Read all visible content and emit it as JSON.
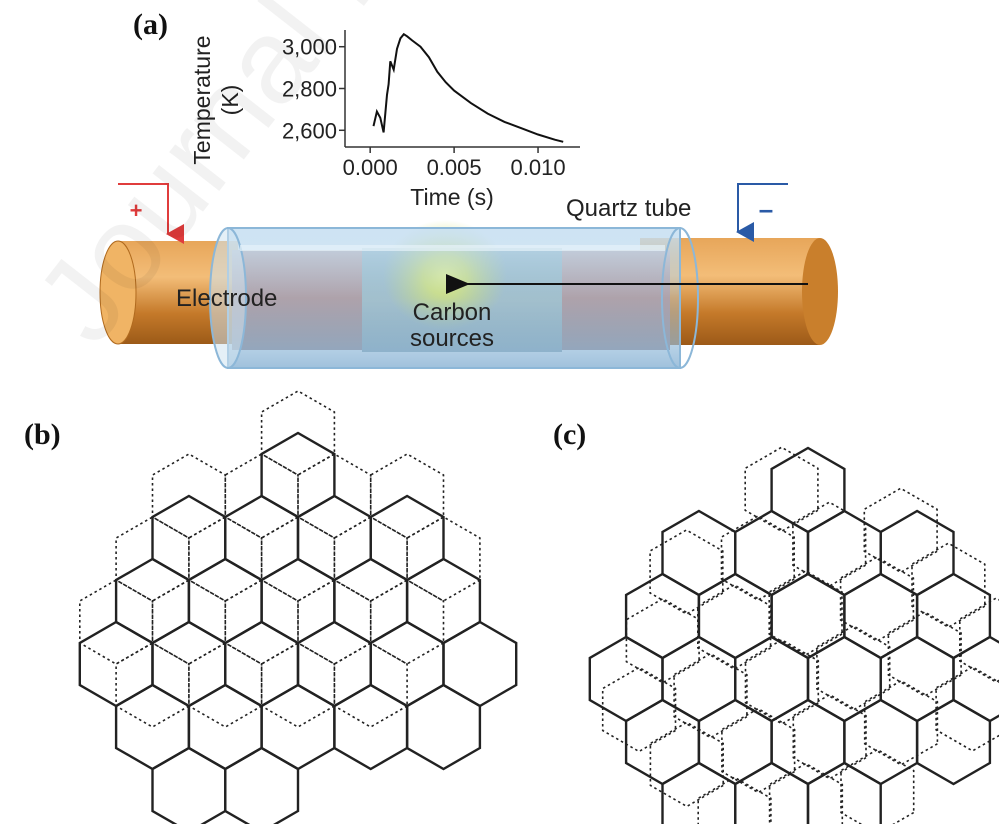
{
  "panel_a": {
    "label": "(a)",
    "inset_plot": {
      "ylabel_line1": "Temperature",
      "ylabel_line2": "(K)",
      "xlabel": "Time (s)",
      "y_ticks": [
        "2,600",
        "2,800",
        "3,000"
      ],
      "x_ticks": [
        "0.000",
        "0.005",
        "0.010"
      ]
    },
    "tube": {
      "quartz_label": "Quartz tube",
      "electrode_label": "Electrode",
      "carbon_label_line1": "Carbon",
      "carbon_label_line2": "sources",
      "plus_sign": "+",
      "minus_sign": "–"
    },
    "watermark": "Journal Pre-proof"
  },
  "panel_b": {
    "label": "(b)"
  },
  "panel_c": {
    "label": "(c)"
  },
  "chart_data": {
    "type": "line",
    "xlabel": "Time (s)",
    "ylabel": "Temperature (K)",
    "xlim": [
      -0.0015,
      0.0125
    ],
    "ylim": [
      2520,
      3080
    ],
    "x_ticks": [
      0.0,
      0.005,
      0.01
    ],
    "y_ticks": [
      2600,
      2800,
      3000
    ],
    "series": [
      {
        "x": [
          0.0002,
          0.0004,
          0.0006,
          0.0008,
          0.001,
          0.0011,
          0.0012,
          0.0014,
          0.0016,
          0.0018,
          0.002,
          0.0022,
          0.0025,
          0.003,
          0.0035,
          0.004,
          0.0045,
          0.005,
          0.006,
          0.007,
          0.008,
          0.009,
          0.01,
          0.011,
          0.0115
        ],
        "y": [
          2620,
          2690,
          2660,
          2590,
          2770,
          2820,
          2930,
          2890,
          2990,
          3040,
          3060,
          3050,
          3030,
          3000,
          2950,
          2880,
          2830,
          2790,
          2730,
          2680,
          2640,
          2610,
          2580,
          2555,
          2545
        ]
      }
    ]
  },
  "colors": {
    "electrode": "#c97f2c",
    "electrode_highlight": "#f0b465",
    "quartz": "#a9cde6",
    "positive_wire": "#e03c3c",
    "negative_wire": "#2a5aa6",
    "glow": "#f2f25a"
  }
}
